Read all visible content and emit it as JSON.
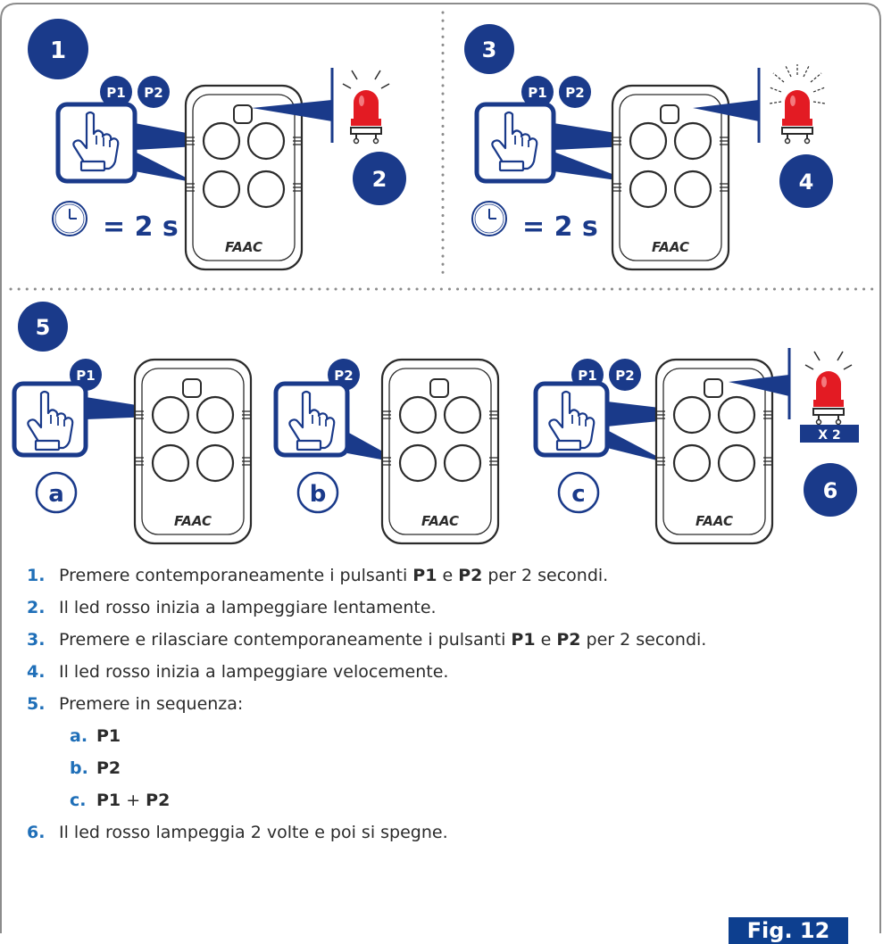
{
  "colors": {
    "navy": "#1a3a8a",
    "accent_blue": "#1f6fb8",
    "led_red": "#e31b23",
    "frame_gray": "#8c8c8c"
  },
  "panels": {
    "step1": {
      "badge": "1",
      "buttons": [
        "P1",
        "P2"
      ],
      "duration": "= 2 s"
    },
    "step2": {
      "badge": "2"
    },
    "step3": {
      "badge": "3",
      "buttons": [
        "P1",
        "P2"
      ],
      "duration": "= 2 s"
    },
    "step4": {
      "badge": "4"
    },
    "step5": {
      "badge": "5",
      "a": {
        "letter": "a",
        "buttons": [
          "P1"
        ]
      },
      "b": {
        "letter": "b",
        "buttons": [
          "P2"
        ]
      },
      "c": {
        "letter": "c",
        "buttons": [
          "P1",
          "P2"
        ]
      }
    },
    "step6": {
      "badge": "6",
      "repeat_label": "X 2"
    }
  },
  "remote_brand": "FAAC",
  "instructions": [
    {
      "num": "1.",
      "parts": [
        "Premere contemporaneamente i pulsanti ",
        "P1",
        " e ",
        "P2",
        " per 2 secondi."
      ]
    },
    {
      "num": "2.",
      "parts": [
        "Il led rosso inizia a lampeggiare lentamente."
      ]
    },
    {
      "num": "3.",
      "parts": [
        "Premere e rilasciare contemporaneamente i pulsanti ",
        "P1",
        " e ",
        "P2",
        " per 2 secondi."
      ]
    },
    {
      "num": "4.",
      "parts": [
        "Il led rosso inizia a lampeggiare velocemente."
      ]
    },
    {
      "num": "5.",
      "parts": [
        "Premere in sequenza:"
      ]
    },
    {
      "num": "a.",
      "parts": [
        "",
        "P1"
      ]
    },
    {
      "num": "b.",
      "parts": [
        "",
        "P2"
      ]
    },
    {
      "num": "c.",
      "parts": [
        "",
        "P1",
        " + ",
        "P2"
      ]
    },
    {
      "num": "6.",
      "parts": [
        "Il led rosso lampeggia 2 volte e poi si spegne."
      ]
    }
  ],
  "figure_tag": "Fig. 12"
}
